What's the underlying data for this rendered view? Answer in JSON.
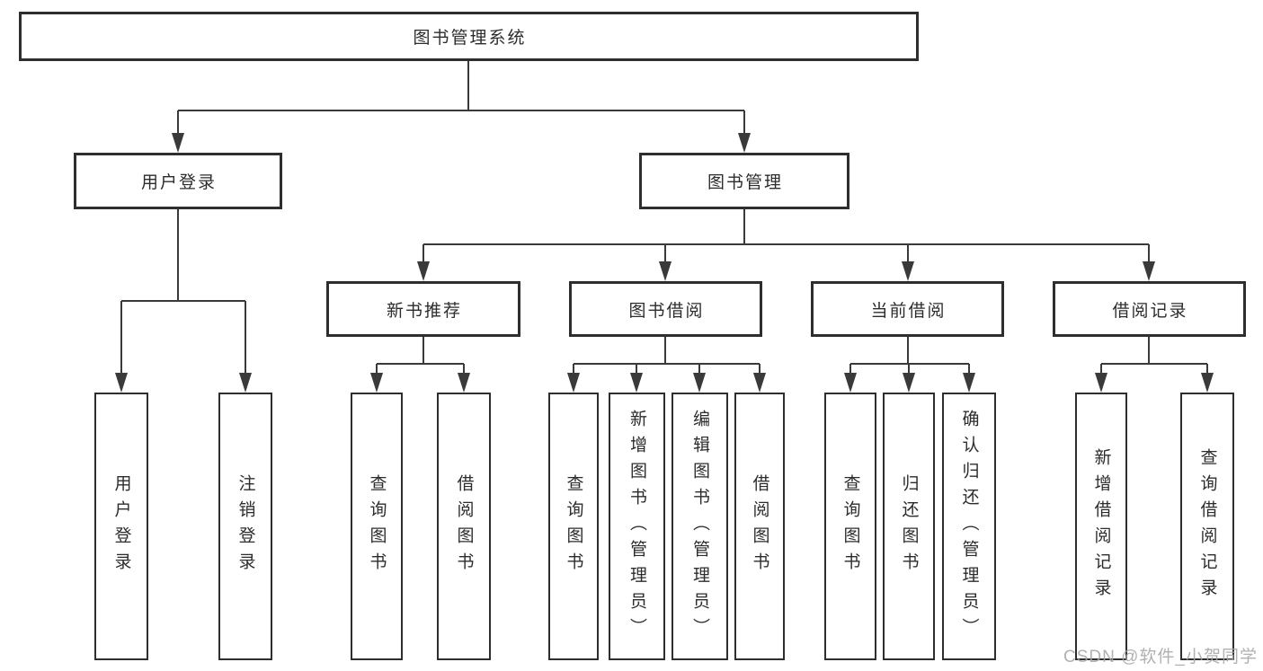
{
  "tree": {
    "label": "图书管理系统",
    "children": [
      {
        "label": "用户登录",
        "children": [
          {
            "label": "用户登录"
          },
          {
            "label": "注销登录"
          }
        ]
      },
      {
        "label": "图书管理",
        "children": [
          {
            "label": "新书推荐",
            "children": [
              {
                "label": "查询图书"
              },
              {
                "label": "借阅图书"
              }
            ]
          },
          {
            "label": "图书借阅",
            "children": [
              {
                "label": "查询图书"
              },
              {
                "label": "新增图书（管理员）"
              },
              {
                "label": "编辑图书（管理员）"
              },
              {
                "label": "借阅图书"
              }
            ]
          },
          {
            "label": "当前借阅",
            "children": [
              {
                "label": "查询图书"
              },
              {
                "label": "归还图书"
              },
              {
                "label": "确认归还（管理员）"
              }
            ]
          },
          {
            "label": "借阅记录",
            "children": [
              {
                "label": "新增借阅记录"
              },
              {
                "label": "查询借阅记录"
              }
            ]
          }
        ]
      }
    ]
  },
  "watermark": {
    "text": "CSDN @软件_小贺同学"
  },
  "colors": {
    "background": "#ffffff",
    "line": "#3a3a3a",
    "box_border": "#2e2e2e",
    "text": "#2c2c2c",
    "watermark": "#a6a6a6"
  }
}
